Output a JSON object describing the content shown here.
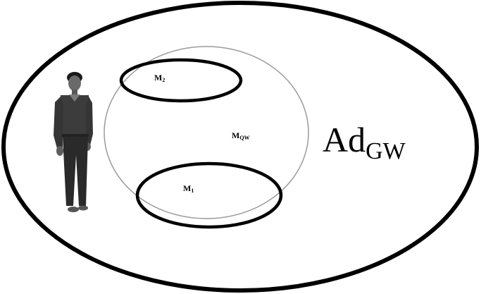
{
  "labels": {
    "m2": {
      "main": "M",
      "sub": "2"
    },
    "m1": {
      "main": "M",
      "sub": "1"
    },
    "mqw": {
      "main": "M",
      "sub": "QW"
    },
    "adgw": {
      "main": "Ad",
      "sub": "GW"
    }
  },
  "colors": {
    "outer_ellipse": "#000000",
    "thin_circle": "#9a9a9a",
    "inner_ellipses": "#000000",
    "background": "#ffffff"
  },
  "icons": {
    "person": "standing-man-figure"
  }
}
